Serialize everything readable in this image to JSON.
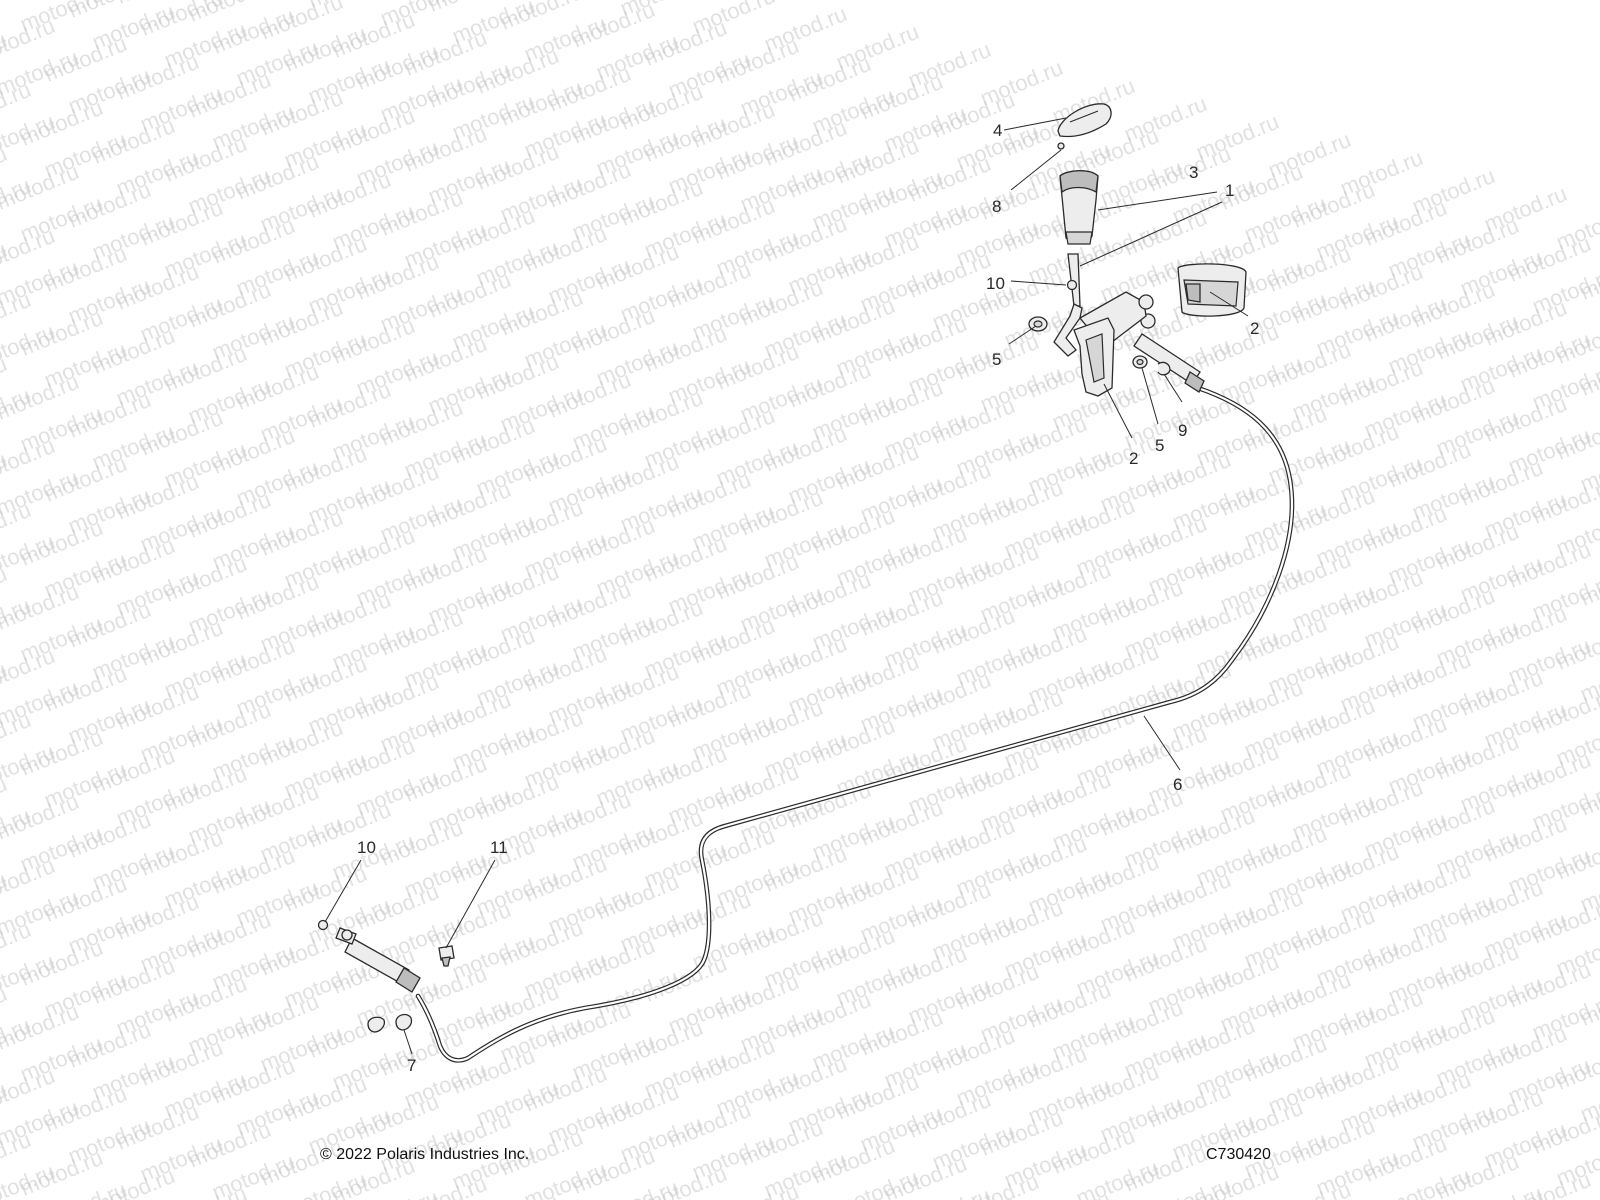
{
  "watermark": {
    "text": "motod.ru"
  },
  "callouts": [
    {
      "id": "c1",
      "label": "1"
    },
    {
      "id": "c2a",
      "label": "2"
    },
    {
      "id": "c2b",
      "label": "2"
    },
    {
      "id": "c3",
      "label": "3"
    },
    {
      "id": "c4",
      "label": "4"
    },
    {
      "id": "c5a",
      "label": "5"
    },
    {
      "id": "c5b",
      "label": "5"
    },
    {
      "id": "c6",
      "label": "6"
    },
    {
      "id": "c7",
      "label": "7"
    },
    {
      "id": "c8",
      "label": "8"
    },
    {
      "id": "c9",
      "label": "9"
    },
    {
      "id": "c10a",
      "label": "10"
    },
    {
      "id": "c10b",
      "label": "10"
    },
    {
      "id": "c11",
      "label": "11"
    }
  ],
  "footer": {
    "copyright": "© 2022 Polaris Industries Inc.",
    "drawing_code": "C730420"
  }
}
